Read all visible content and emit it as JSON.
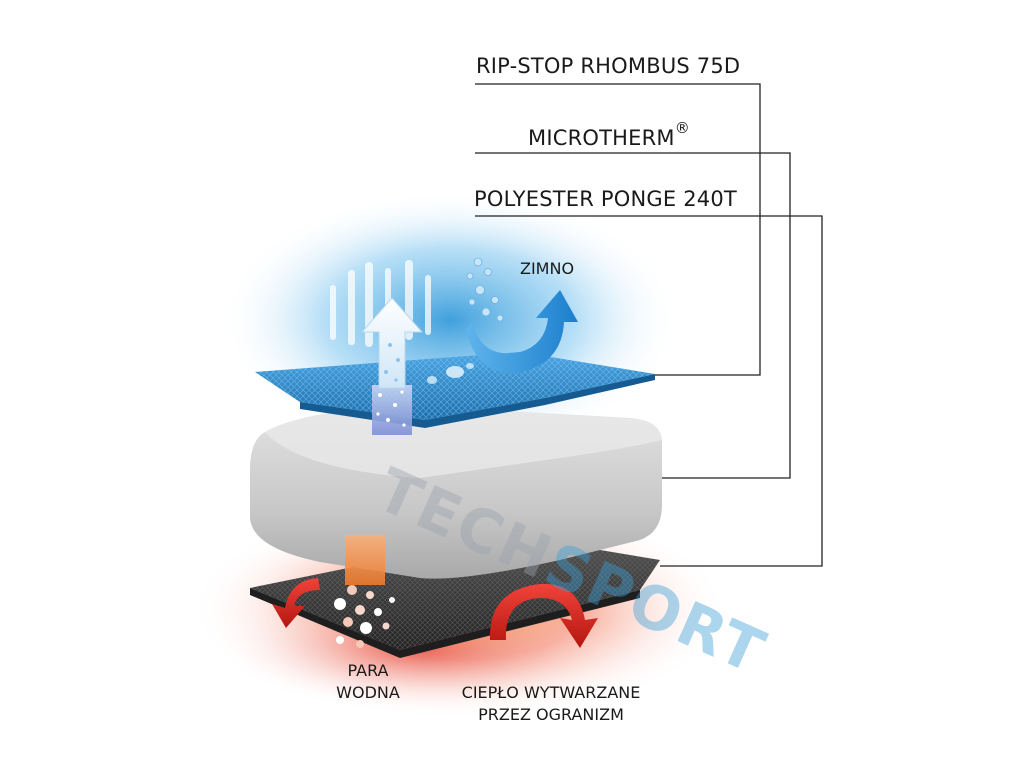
{
  "layers": [
    {
      "label": "RIP-STOP RHOMBUS 75D",
      "suffix": ""
    },
    {
      "label": "MICROTHERM",
      "suffix": "®"
    },
    {
      "label": "POLYESTER PONGE 240T",
      "suffix": ""
    }
  ],
  "annotations": {
    "cold": "ZIMNO",
    "vapor_line1": "PARA",
    "vapor_line2": "WODNA",
    "heat_line1": "CIEPŁO WYTWARZANE",
    "heat_line2": "PRZEZ OGRANIZM"
  },
  "watermark": {
    "part1": "TECH",
    "part2": "SPORT"
  },
  "colors": {
    "cold_blue": "#1e8fd6",
    "shell_blue": "#2e88c9",
    "insulation_gray": "#c9c9c9",
    "lining_dark": "#3a3a3a",
    "heat_red": "#e0302a",
    "heat_orange": "#f29a3c"
  },
  "icons": [
    "vapor-up-arrow-icon",
    "water-droplets-icon",
    "deflect-arrow-icon",
    "heat-curved-arrow-icon"
  ]
}
